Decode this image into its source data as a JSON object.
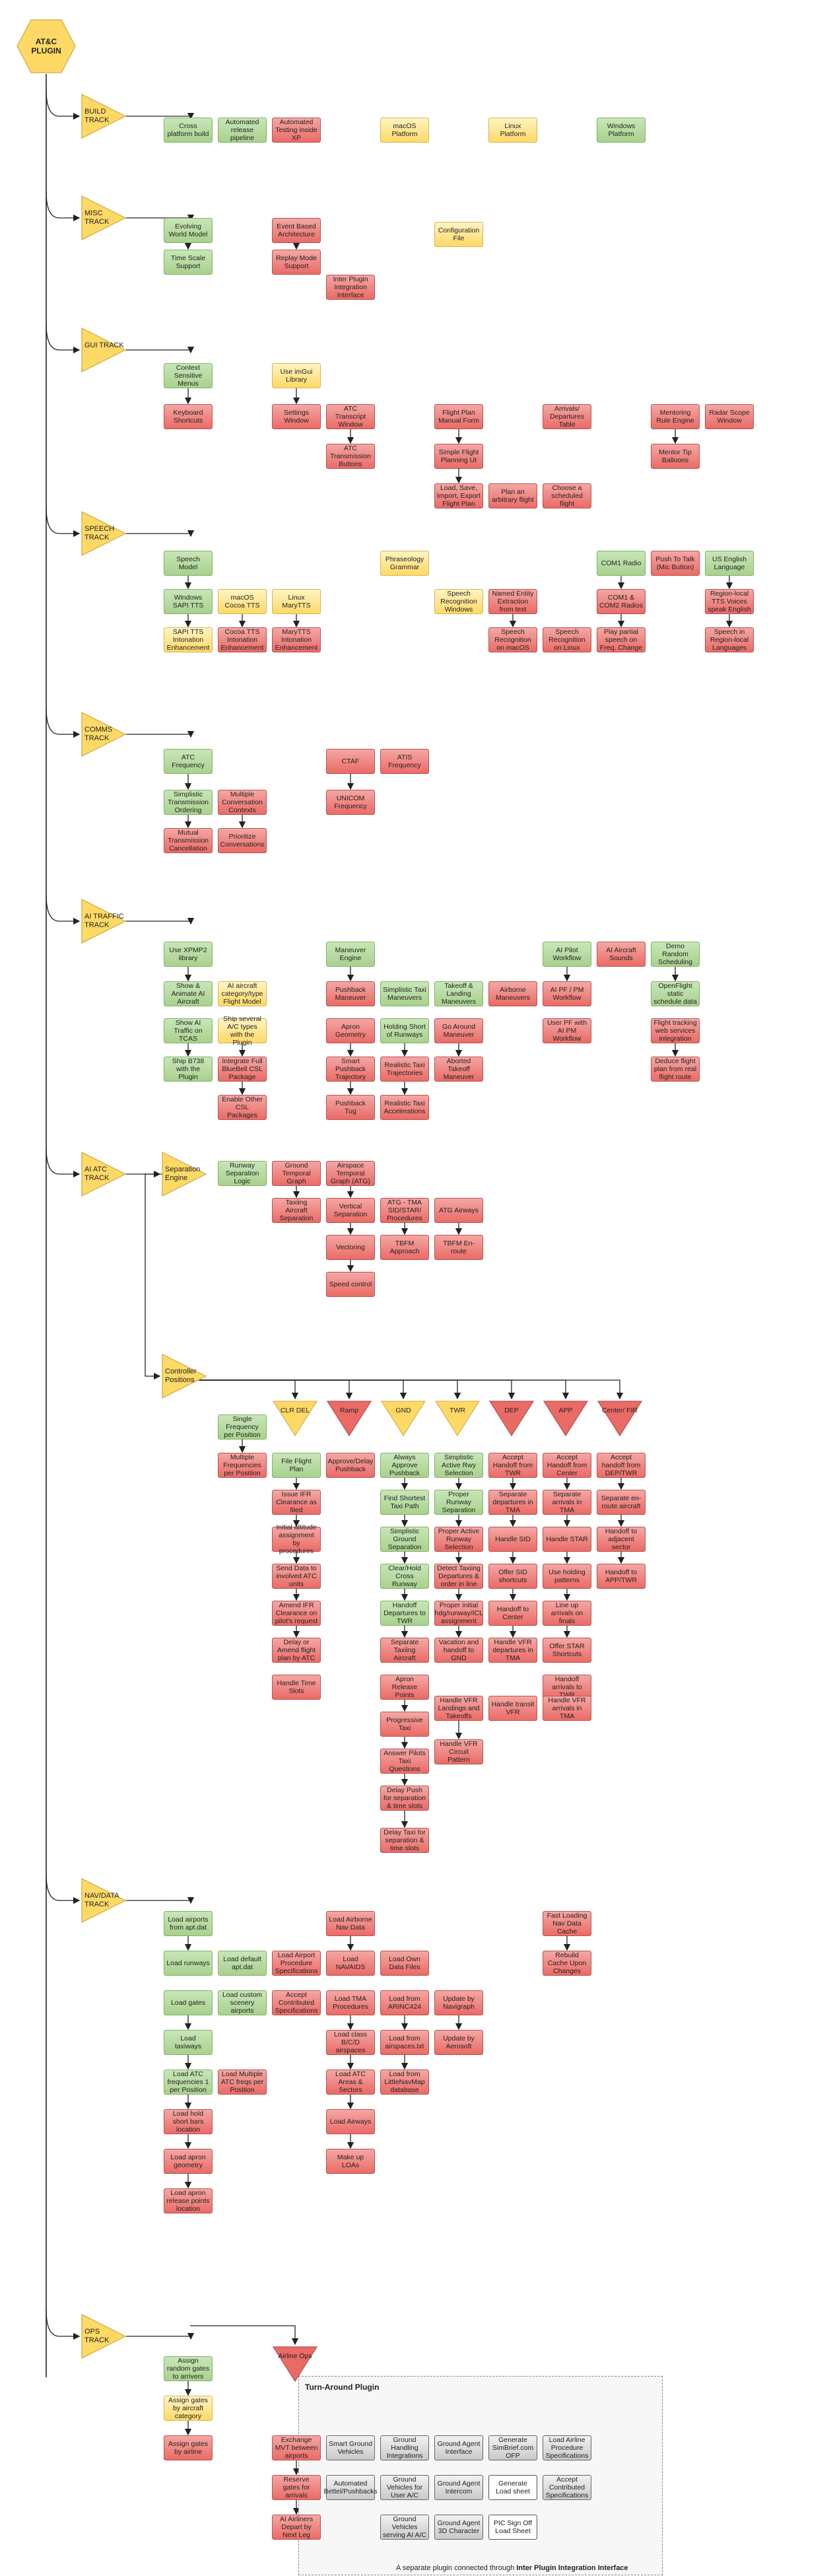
{
  "root": {
    "label": "AT&C\nPLUGIN"
  },
  "tracks": [
    {
      "id": "build",
      "label": "BUILD TRACK"
    },
    {
      "id": "misc",
      "label": "MISC TRACK"
    },
    {
      "id": "gui",
      "label": "GUI TRACK"
    },
    {
      "id": "speech",
      "label": "SPEECH TRACK"
    },
    {
      "id": "comms",
      "label": "COMMS TRACK"
    },
    {
      "id": "traffic",
      "label": "AI TRAFFIC TRACK"
    },
    {
      "id": "aiatc",
      "label": "AI ATC TRACK"
    },
    {
      "id": "navdata",
      "label": "NAV/DATA TRACK"
    },
    {
      "id": "ops",
      "label": "OPS TRACK"
    }
  ],
  "sub_tracks": [
    {
      "id": "separation",
      "label": "Separation Engine"
    },
    {
      "id": "controller",
      "label": "Controller Positions"
    }
  ],
  "positions": [
    {
      "id": "clr",
      "label": "CLR DEL",
      "color": "#ffd966"
    },
    {
      "id": "ramp",
      "label": "Ramp",
      "color": "#ea6b66"
    },
    {
      "id": "gnd",
      "label": "GND",
      "color": "#ffd966"
    },
    {
      "id": "twr",
      "label": "TWR",
      "color": "#ffd966"
    },
    {
      "id": "dep",
      "label": "DEP",
      "color": "#ea6b66"
    },
    {
      "id": "app",
      "label": "APP",
      "color": "#ea6b66"
    },
    {
      "id": "center",
      "label": "Center/ FIR",
      "color": "#ea6b66"
    },
    {
      "id": "airline",
      "label": "Airline Ops",
      "color": "#ea6b66"
    }
  ],
  "plugin": {
    "title": "Turn-Around Plugin",
    "note_prefix": "A separate plugin connected through ",
    "note_bold": "Inter Plugin Integration Interface"
  },
  "colors": {
    "done": "#a9d18e",
    "in_progress": "#ffd966",
    "todo": "#ea6b66",
    "external": "#c9c9c9",
    "line": "#222222"
  },
  "nodes": [
    {
      "id": "b1",
      "label": "Cross platform build",
      "c": "g"
    },
    {
      "id": "b2",
      "label": "Automated release pipeline",
      "c": "g"
    },
    {
      "id": "b3",
      "label": "Automated Testing inside XP",
      "c": "r"
    },
    {
      "id": "b4",
      "label": "macOS Platform",
      "c": "y"
    },
    {
      "id": "b5",
      "label": "Linux Platform",
      "c": "y"
    },
    {
      "id": "b6",
      "label": "Windows Platform",
      "c": "g"
    },
    {
      "id": "m1",
      "label": "Evolving World Model",
      "c": "g"
    },
    {
      "id": "m2",
      "label": "Time Scale Support",
      "c": "g"
    },
    {
      "id": "m3",
      "label": "Event Based Architecture",
      "c": "r"
    },
    {
      "id": "m4",
      "label": "Replay Mode Support",
      "c": "r"
    },
    {
      "id": "m5",
      "label": "Inter Plugin Integration Interface",
      "c": "r"
    },
    {
      "id": "m6",
      "label": "Configuration File",
      "c": "y"
    },
    {
      "id": "g1",
      "label": "Context Sensitive Menus",
      "c": "g"
    },
    {
      "id": "g2",
      "label": "Keyboard Shortcuts",
      "c": "r"
    },
    {
      "id": "g3",
      "label": "Use imGui Library",
      "c": "y"
    },
    {
      "id": "g4",
      "label": "Settings Window",
      "c": "r"
    },
    {
      "id": "g5",
      "label": "ATC Transcript Window",
      "c": "r"
    },
    {
      "id": "g6",
      "label": "ATC Transmission Buttons",
      "c": "r"
    },
    {
      "id": "g7",
      "label": "Flight Plan Manual Form",
      "c": "r"
    },
    {
      "id": "g8",
      "label": "Simple Flight Planning UI",
      "c": "r"
    },
    {
      "id": "g9",
      "label": "Load, Save, Import, Export Flight Plan",
      "c": "r"
    },
    {
      "id": "g10",
      "label": "Plan an arbitrary flight",
      "c": "r"
    },
    {
      "id": "g11",
      "label": "Arrivals/ Departures Table",
      "c": "r"
    },
    {
      "id": "g12",
      "label": "Choose a scheduled flight",
      "c": "r"
    },
    {
      "id": "g13",
      "label": "Mentoring Rule Engine",
      "c": "r"
    },
    {
      "id": "g14",
      "label": "Mentor Tip Balloons",
      "c": "r"
    },
    {
      "id": "g15",
      "label": "Radar Scope Window",
      "c": "r"
    },
    {
      "id": "s1",
      "label": "Speech Model",
      "c": "g"
    },
    {
      "id": "s2",
      "label": "Windows SAPI TTS",
      "c": "g"
    },
    {
      "id": "s3",
      "label": "SAPI TTS Intonation Enhancement",
      "c": "y"
    },
    {
      "id": "s4",
      "label": "macOS Cocoa TTS",
      "c": "y"
    },
    {
      "id": "s5",
      "label": "Cocoa TTS Intonation Enhancement",
      "c": "r"
    },
    {
      "id": "s6",
      "label": "Linux MaryTTS",
      "c": "y"
    },
    {
      "id": "s7",
      "label": "MaryTTS Intonation Enhancement",
      "c": "r"
    },
    {
      "id": "s8",
      "label": "Phraseology Grammar",
      "c": "y"
    },
    {
      "id": "s9",
      "label": "Speech Recognition Windows",
      "c": "y"
    },
    {
      "id": "s10",
      "label": "Named Entity Extraction from text",
      "c": "r"
    },
    {
      "id": "s11",
      "label": "Speech Recognition on macOS",
      "c": "r"
    },
    {
      "id": "s12",
      "label": "Speech Recognition on Linux",
      "c": "r"
    },
    {
      "id": "s13",
      "label": "COM1 Radio",
      "c": "g"
    },
    {
      "id": "s14",
      "label": "COM1 & COM2 Radios",
      "c": "r"
    },
    {
      "id": "s15",
      "label": "Play partial speech on Freq. Change",
      "c": "r"
    },
    {
      "id": "s16",
      "label": "Push To Talk (Mic Button)",
      "c": "r"
    },
    {
      "id": "s17",
      "label": "US English Language",
      "c": "g"
    },
    {
      "id": "s18",
      "label": "Region-local TTS Voices speak English",
      "c": "r"
    },
    {
      "id": "s19",
      "label": "Speech in Region-local Languages",
      "c": "r"
    },
    {
      "id": "c1",
      "label": "ATC Frequency",
      "c": "g"
    },
    {
      "id": "c2",
      "label": "Simplistic Transmission Ordering",
      "c": "g"
    },
    {
      "id": "c3",
      "label": "Mutual Transmission Cancellation",
      "c": "r"
    },
    {
      "id": "c4",
      "label": "Multiple Conversation Contexts",
      "c": "r"
    },
    {
      "id": "c5",
      "label": "Prioritize Conversations",
      "c": "r"
    },
    {
      "id": "c6",
      "label": "CTAF",
      "c": "r"
    },
    {
      "id": "c7",
      "label": "UNICOM Frequency",
      "c": "r"
    },
    {
      "id": "c8",
      "label": "ATIS Frequency",
      "c": "r"
    },
    {
      "id": "t1",
      "label": "Use XPMP2 library",
      "c": "g"
    },
    {
      "id": "t2",
      "label": "Show & Animate AI Aircraft",
      "c": "g"
    },
    {
      "id": "t3",
      "label": "Show AI Traffic on TCAS",
      "c": "g"
    },
    {
      "id": "t4",
      "label": "Ship B738 with the Plugin",
      "c": "g"
    },
    {
      "id": "t5",
      "label": "AI aircraft category/type Flight Model",
      "c": "y"
    },
    {
      "id": "t6",
      "label": "Ship several A/C types with the Plugin",
      "c": "y"
    },
    {
      "id": "t7",
      "label": "Integrate Full BlueBell CSL Package",
      "c": "r"
    },
    {
      "id": "t8",
      "label": "Enable Other CSL Packages",
      "c": "r"
    },
    {
      "id": "t9",
      "label": "Maneuver Engine",
      "c": "g"
    },
    {
      "id": "t10",
      "label": "Pushback Maneuver",
      "c": "r"
    },
    {
      "id": "t11",
      "label": "Apron Geometry",
      "c": "r"
    },
    {
      "id": "t12",
      "label": "Smart Pushback Trajectory",
      "c": "r"
    },
    {
      "id": "t13",
      "label": "Pushback Tug",
      "c": "r"
    },
    {
      "id": "t14",
      "label": "Simplistic Taxi Maneuvers",
      "c": "g"
    },
    {
      "id": "t15",
      "label": "Holding Short of Runways",
      "c": "g"
    },
    {
      "id": "t16",
      "label": "Realistic Taxi Trajectories",
      "c": "r"
    },
    {
      "id": "t17",
      "label": "Realistic Taxi Accelerations",
      "c": "r"
    },
    {
      "id": "t18",
      "label": "Takeoff & Landing Maneuvers",
      "c": "g"
    },
    {
      "id": "t19",
      "label": "Go Around Maneuver",
      "c": "r"
    },
    {
      "id": "t20",
      "label": "Aborted Takeoff Maneuver",
      "c": "r"
    },
    {
      "id": "t21",
      "label": "Airborne Maneuvers",
      "c": "r"
    },
    {
      "id": "t22",
      "label": "AI Pilot Workflow",
      "c": "g"
    },
    {
      "id": "t23",
      "label": "AI PF / PM Workflow",
      "c": "r"
    },
    {
      "id": "t24",
      "label": "User PF with AI PM Workflow",
      "c": "r"
    },
    {
      "id": "t25",
      "label": "AI Aircraft Sounds",
      "c": "r"
    },
    {
      "id": "t26",
      "label": "Demo Random Scheduling",
      "c": "g"
    },
    {
      "id": "t27",
      "label": "OpenFlight static schedule data",
      "c": "g"
    },
    {
      "id": "t28",
      "label": "Flight tracking web services integration",
      "c": "r"
    },
    {
      "id": "t29",
      "label": "Deduce flight plan from real flight route",
      "c": "r"
    },
    {
      "id": "a1",
      "label": "Runway Separation Logic",
      "c": "g"
    },
    {
      "id": "a2",
      "label": "Ground Temporal Graph",
      "c": "r"
    },
    {
      "id": "a3",
      "label": "Taxiing Aircraft Separation",
      "c": "r"
    },
    {
      "id": "a4",
      "label": "Airspace Temporal Graph (ATG)",
      "c": "r"
    },
    {
      "id": "a5",
      "label": "Vertical Separation",
      "c": "r"
    },
    {
      "id": "a6",
      "label": "Vectoring",
      "c": "r"
    },
    {
      "id": "a7",
      "label": "Speed control",
      "c": "r"
    },
    {
      "id": "a8",
      "label": "ATG - TMA SID/STAR/ Procedures",
      "c": "r"
    },
    {
      "id": "a9",
      "label": "TBFM Approach",
      "c": "r"
    },
    {
      "id": "a10",
      "label": "ATG Airways",
      "c": "r"
    },
    {
      "id": "a11",
      "label": "TBFM En-route",
      "c": "r"
    },
    {
      "id": "p1",
      "label": "Single Frequency per Position",
      "c": "g"
    },
    {
      "id": "p2",
      "label": "Multiple Frequencies per Position",
      "c": "r"
    },
    {
      "id": "cl1",
      "label": "File Flight Plan",
      "c": "g"
    },
    {
      "id": "cl2",
      "label": "Issue IFR Clearance as filed",
      "c": "r"
    },
    {
      "id": "cl3",
      "label": "Initial altitude assignment by procedures",
      "c": "r"
    },
    {
      "id": "cl4",
      "label": "Send Data to involved ATC units",
      "c": "r"
    },
    {
      "id": "cl5",
      "label": "Amend IFR Clearance on pilot's request",
      "c": "r"
    },
    {
      "id": "cl6",
      "label": "Delay or Amend flight plan by ATC",
      "c": "r"
    },
    {
      "id": "cl7",
      "label": "Handle Time Slots",
      "c": "r"
    },
    {
      "id": "ra1",
      "label": "Approve/Delay Pushback",
      "c": "r"
    },
    {
      "id": "gn1",
      "label": "Always Approve Pushback",
      "c": "g"
    },
    {
      "id": "gn2",
      "label": "Find Shortest Taxi Path",
      "c": "g"
    },
    {
      "id": "gn3",
      "label": "Simplistic Ground Separation",
      "c": "g"
    },
    {
      "id": "gn4",
      "label": "Clear/Hold Cross Runway",
      "c": "g"
    },
    {
      "id": "gn5",
      "label": "Handoff Departures to TWR",
      "c": "g"
    },
    {
      "id": "gn6",
      "label": "Separate Taxiing Aircraft",
      "c": "r"
    },
    {
      "id": "gn7",
      "label": "Apron Release Points",
      "c": "r"
    },
    {
      "id": "gn8",
      "label": "Progressive Taxi",
      "c": "r"
    },
    {
      "id": "gn9",
      "label": "Answer Pilots Taxi Questions",
      "c": "r"
    },
    {
      "id": "gn10",
      "label": "Delay Push for separation & time slots",
      "c": "r"
    },
    {
      "id": "gn11",
      "label": "Delay Taxi for separation & time slots",
      "c": "r"
    },
    {
      "id": "tw1",
      "label": "Simplistic Active Rwy Selection",
      "c": "g"
    },
    {
      "id": "tw2",
      "label": "Proper Runway Separation",
      "c": "g"
    },
    {
      "id": "tw3",
      "label": "Proper Active Runway Selection",
      "c": "r"
    },
    {
      "id": "tw4",
      "label": "Detect Taxiing Departures & order in line",
      "c": "r"
    },
    {
      "id": "tw5",
      "label": "Proper initial hdg/runway/ICL assignment",
      "c": "r"
    },
    {
      "id": "tw6",
      "label": "Vacation and handoff to GND",
      "c": "r"
    },
    {
      "id": "tw7",
      "label": "Handle VFR Landings and Takeoffs",
      "c": "r"
    },
    {
      "id": "tw8",
      "label": "Handle VFR Circuit Pattern",
      "c": "r"
    },
    {
      "id": "de1",
      "label": "Accept Handoff from TWR",
      "c": "r"
    },
    {
      "id": "de2",
      "label": "Separate departures in TMA",
      "c": "r"
    },
    {
      "id": "de3",
      "label": "Handle SID",
      "c": "r"
    },
    {
      "id": "de4",
      "label": "Offer SID shortcuts",
      "c": "r"
    },
    {
      "id": "de5",
      "label": "Handoff to Center",
      "c": "r"
    },
    {
      "id": "de6",
      "label": "Handle VFR departures in TMA",
      "c": "r"
    },
    {
      "id": "de7",
      "label": "Handle transit VFR",
      "c": "r"
    },
    {
      "id": "ap1",
      "label": "Accept Handoff from Center",
      "c": "r"
    },
    {
      "id": "ap2",
      "label": "Separate arrivals in TMA",
      "c": "r"
    },
    {
      "id": "ap3",
      "label": "Handle STAR",
      "c": "r"
    },
    {
      "id": "ap4",
      "label": "Use holding patterns",
      "c": "r"
    },
    {
      "id": "ap5",
      "label": "Line up arrivals on finals",
      "c": "r"
    },
    {
      "id": "ap6",
      "label": "Offer STAR Shortcuts",
      "c": "r"
    },
    {
      "id": "ap7",
      "label": "Handoff arrivals to TWR",
      "c": "r"
    },
    {
      "id": "ap8",
      "label": "Handle VFR arrivals in TMA",
      "c": "r"
    },
    {
      "id": "ce1",
      "label": "Accept handoff from DEP/TWR",
      "c": "r"
    },
    {
      "id": "ce2",
      "label": "Separate en-route aircraft",
      "c": "r"
    },
    {
      "id": "ce3",
      "label": "Handoff to adjacent sector",
      "c": "r"
    },
    {
      "id": "ce4",
      "label": "Handoff to APP/TWR",
      "c": "r"
    },
    {
      "id": "n1",
      "label": "Load airports from apt.dat",
      "c": "g"
    },
    {
      "id": "n2",
      "label": "Load runways",
      "c": "g"
    },
    {
      "id": "n3",
      "label": "Load gates",
      "c": "g"
    },
    {
      "id": "n4",
      "label": "Load taxiways",
      "c": "g"
    },
    {
      "id": "n5",
      "label": "Load ATC frequencies 1 per Position",
      "c": "g"
    },
    {
      "id": "n6",
      "label": "Load hold short bars location",
      "c": "r"
    },
    {
      "id": "n7",
      "label": "Load apron geometry",
      "c": "r"
    },
    {
      "id": "n8",
      "label": "Load apron release points location",
      "c": "r"
    },
    {
      "id": "n9",
      "label": "Load default apt.dat",
      "c": "g"
    },
    {
      "id": "n10",
      "label": "Load custom scenery airports",
      "c": "g"
    },
    {
      "id": "n11",
      "label": "Load Multiple ATC freqs per Position",
      "c": "r"
    },
    {
      "id": "n12",
      "label": "Load Airport Procedure Specifications",
      "c": "r"
    },
    {
      "id": "n13",
      "label": "Accept Contributed Specifications",
      "c": "r"
    },
    {
      "id": "n14",
      "label": "Load Airborne Nav Data",
      "c": "r"
    },
    {
      "id": "n15",
      "label": "Load NAVAIDS",
      "c": "r"
    },
    {
      "id": "n16",
      "label": "Load TMA Procedures",
      "c": "r"
    },
    {
      "id": "n17",
      "label": "Load class B/C/D airspaces",
      "c": "r"
    },
    {
      "id": "n18",
      "label": "Load ATC Areas & Sectors",
      "c": "r"
    },
    {
      "id": "n19",
      "label": "Load Airways",
      "c": "r"
    },
    {
      "id": "n20",
      "label": "Make up LOAs",
      "c": "r"
    },
    {
      "id": "n21",
      "label": "Load Own Data Files",
      "c": "r"
    },
    {
      "id": "n22",
      "label": "Load from ARINC424",
      "c": "r"
    },
    {
      "id": "n23",
      "label": "Load from airspaces.txt",
      "c": "r"
    },
    {
      "id": "n24",
      "label": "Load from LittleNavMap database",
      "c": "r"
    },
    {
      "id": "n25",
      "label": "Update by Navigraph",
      "c": "r"
    },
    {
      "id": "n26",
      "label": "Update by Aerosoft",
      "c": "r"
    },
    {
      "id": "n27",
      "label": "Fast Loading Nav Data Cache",
      "c": "r"
    },
    {
      "id": "n28",
      "label": "Rebuild Cache Upon Changes",
      "c": "r"
    },
    {
      "id": "o1",
      "label": "Assign random gates to arrivers",
      "c": "g"
    },
    {
      "id": "o2",
      "label": "Assign gates by aircraft category",
      "c": "y"
    },
    {
      "id": "o3",
      "label": "Assign gates by airline",
      "c": "r"
    },
    {
      "id": "o4",
      "label": "Exchange MVT between airports",
      "c": "r"
    },
    {
      "id": "o5",
      "label": "Reserve gates for arrivals",
      "c": "r"
    },
    {
      "id": "o6",
      "label": "AI Airliners Depart by Next Leg",
      "c": "r"
    },
    {
      "id": "o7",
      "label": "Smart Ground Vehicles",
      "c": "s"
    },
    {
      "id": "o8",
      "label": "Automated Bettel/Pushbacks",
      "c": "s"
    },
    {
      "id": "o9",
      "label": "Ground Handling Integrations",
      "c": "s"
    },
    {
      "id": "o10",
      "label": "Ground Vehicles for User A/C",
      "c": "s"
    },
    {
      "id": "o11",
      "label": "Ground Vehicles serving AI A/C",
      "c": "s"
    },
    {
      "id": "o12",
      "label": "Ground Agent Interface",
      "c": "s"
    },
    {
      "id": "o13",
      "label": "Ground Agent Intercom",
      "c": "s"
    },
    {
      "id": "o14",
      "label": "Ground Agent 3D Character",
      "c": "s"
    },
    {
      "id": "o15",
      "label": "Generate SimBrief.com OFP",
      "c": "s"
    },
    {
      "id": "o16",
      "label": "Generate Load sheet",
      "c": "w"
    },
    {
      "id": "o17",
      "label": "PIC Sign Off Load Sheet",
      "c": "w"
    },
    {
      "id": "o18",
      "label": "Load Airline Procedure Specifications",
      "c": "s"
    },
    {
      "id": "o19",
      "label": "Accept Contributed Specifications",
      "c": "s"
    }
  ]
}
